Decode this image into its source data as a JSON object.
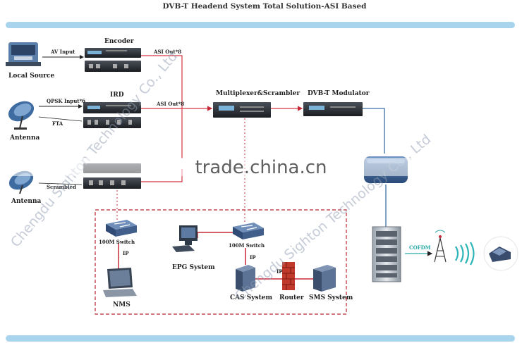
{
  "title": "DVB-T Headend System Total Solution-ASI Based",
  "labels": {
    "local_source": "Local Source",
    "antenna_1": "Antenna",
    "antenna_2": "Antenna",
    "encoder": "Encoder",
    "ird": "IRD",
    "mux": "Multiplexer&Scrambler",
    "modulator": "DVB-T Modulator",
    "av_input": "AV Input",
    "asi_out_1": "ASI Out*8",
    "asi_out_2": "ASI Out*8",
    "qpsk_input": "QPSK Input*6",
    "fta": "FTA",
    "scrambled": "Scrambled",
    "switch_1": "100M Switch",
    "switch_2": "100M Switch",
    "ip_1": "IP",
    "ip_2": "IP",
    "ip_3": "IP",
    "nms": "NMS",
    "epg": "EPG System",
    "cas": "CAS System",
    "router": "Router",
    "sms": "SMS System",
    "cofdm": "COFDM"
  },
  "watermarks": {
    "company_1": "Chengdu Sighton Technology Co., Ltd",
    "company_2": "Chengdu Sighton Technology Co., Ltd",
    "site": "trade.china.cn"
  },
  "colors": {
    "rf_line": "#c8283a",
    "asi_line": "#d63644",
    "blue_line": "#3b6fa8",
    "band": "#a9d4ee",
    "device": "#23272c",
    "dashed_box": "#b8262f"
  }
}
